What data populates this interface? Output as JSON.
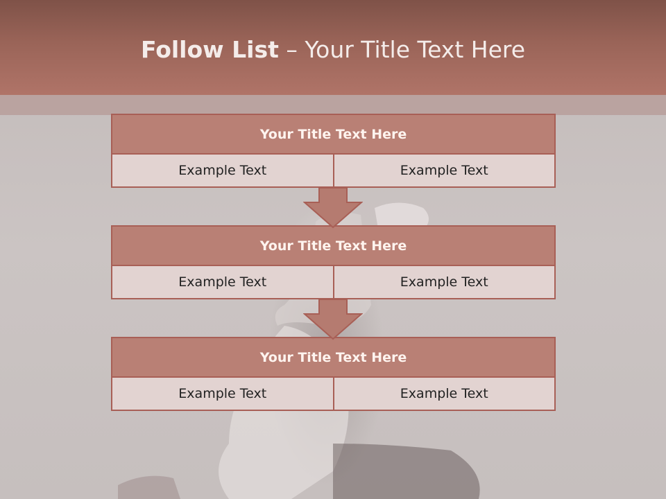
{
  "slide": {
    "title_bold": "Follow List",
    "title_rest": " – Your Title Text Here"
  },
  "blocks": [
    {
      "title": "Your Title Text Here",
      "left": "Example Text",
      "right": "Example Text"
    },
    {
      "title": "Your Title Text Here",
      "left": "Example Text",
      "right": "Example Text"
    },
    {
      "title": "Your Title Text Here",
      "left": "Example Text",
      "right": "Example Text"
    }
  ],
  "colors": {
    "header": "#9a6458",
    "block_head": "#b98075",
    "cell": "#e2d3d1",
    "border": "#a85f56",
    "arrow": "#b57b70"
  },
  "icons": [
    "down-arrow-icon",
    "down-arrow-icon"
  ]
}
